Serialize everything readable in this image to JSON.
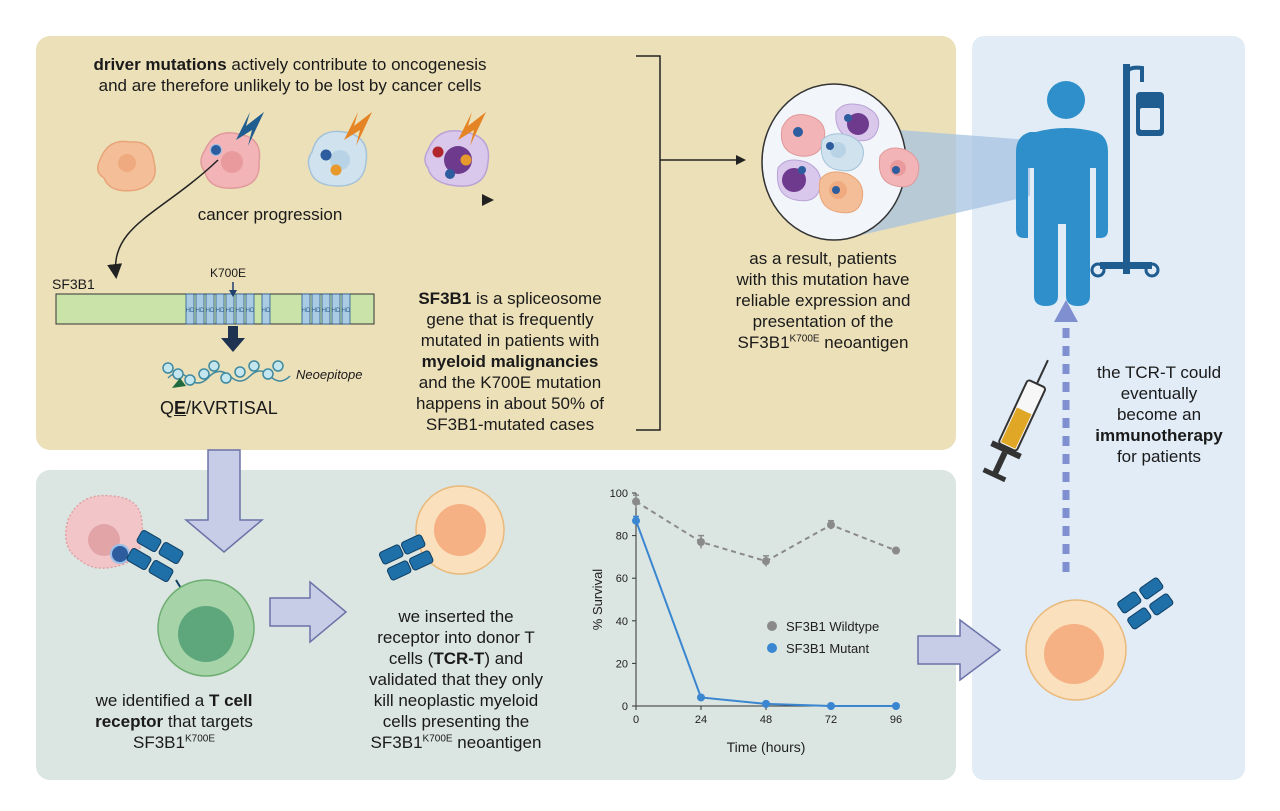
{
  "top_panel": {
    "driver_bold": "driver mutations",
    "driver_rest": " actively contribute to oncogenesis",
    "driver_line2": "and are therefore unlikely to be lost by cancer cells",
    "progression": "cancer progression",
    "gene_name": "SF3B1",
    "mutation_label": "K700E",
    "domain_label": "HD",
    "neoepitope_label": "Neoepitope",
    "peptide_q": "Q",
    "peptide_e": "E",
    "peptide_rest": "/KVRTISAL",
    "sf3b1_bold": "SF3B1",
    "sf3b1_line1_rest": " is a spliceosome",
    "sf3b1_line2": "gene that is frequently",
    "sf3b1_line3": "mutated in patients with",
    "sf3b1_line4": "myeloid malignancies",
    "sf3b1_line5": "and the K700E mutation",
    "sf3b1_line6": "happens in about 50% of",
    "sf3b1_line7": "SF3B1-mutated cases",
    "result_line1": "as a result, patients",
    "result_line2": "with this mutation have",
    "result_line3": "reliable expression and",
    "result_line4": "presentation of the",
    "result_line5_pre": "SF3B1",
    "result_line5_sup": "K700E",
    "result_line5_post": " neoantigen"
  },
  "bottom_panel": {
    "tcell_line1_pre": "we identified a ",
    "tcell_line1_bold": "T cell",
    "tcell_line2_bold": "receptor",
    "tcell_line2_rest": " that targets",
    "tcell_line3_pre": "SF3B1",
    "tcell_line3_sup": "K700E",
    "tcrt_line1": "we inserted the",
    "tcrt_line2": "receptor into donor T",
    "tcrt_line3_pre": "cells (",
    "tcrt_line3_bold": "TCR-T",
    "tcrt_line3_post": ") and",
    "tcrt_line4": "validated that they only",
    "tcrt_line5": "kill neoplastic myeloid",
    "tcrt_line6": "cells presenting the",
    "tcrt_line7_pre": "SF3B1",
    "tcrt_line7_sup": "K700E",
    "tcrt_line7_post": " neoantigen"
  },
  "right_panel": {
    "imm_line1": "the TCR-T could",
    "imm_line2": "eventually",
    "imm_line3": "become an",
    "imm_line4": "immunotherapy",
    "imm_line5": "for patients"
  },
  "colors": {
    "top_bg": "#ece0b9",
    "bottom_bg": "#dbe5e1",
    "right_bg": "#e1ecf7",
    "gene_bar": "#c9e3a9",
    "domain": "#a9cbe3",
    "patient": "#2f8fca",
    "mutant": "#3a86d1",
    "wildtype": "#8a8a8a"
  },
  "chart_data": {
    "type": "line",
    "xlabel": "Time (hours)",
    "ylabel": "% Survival",
    "x": [
      0,
      24,
      48,
      72,
      96
    ],
    "xlim": [
      0,
      96
    ],
    "ylim": [
      0,
      100
    ],
    "x_ticks": [
      "0",
      "24",
      "48",
      "72",
      "96"
    ],
    "y_ticks": [
      "0",
      "20",
      "40",
      "60",
      "80",
      "100"
    ],
    "legend_position": "right",
    "series": [
      {
        "name": "SF3B1 Wildtype",
        "values": [
          96,
          77,
          68,
          85,
          73
        ],
        "errors": [
          3,
          3,
          2.5,
          2,
          0
        ],
        "style": "dashed",
        "color": "#8a8a8a"
      },
      {
        "name": "SF3B1 Mutant",
        "values": [
          87,
          4,
          1,
          0,
          0
        ],
        "errors": [
          2,
          0.5,
          0.5,
          0,
          0
        ],
        "style": "solid",
        "color": "#3a86d1"
      }
    ]
  }
}
